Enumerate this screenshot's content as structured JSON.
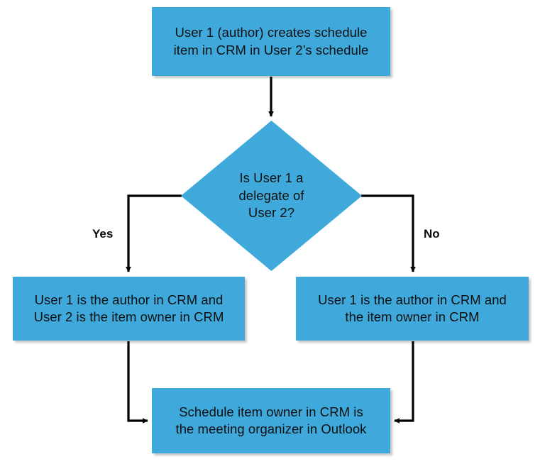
{
  "diagram": {
    "title": "CRM schedule item ownership decision flow",
    "type": "flowchart",
    "background_color": "#FFFFFF",
    "node_fill_color": "#3FA9DC",
    "connector_color": "#000000",
    "text_color": "#101010",
    "nodes": [
      {
        "id": "start",
        "shape": "rectangle",
        "text": "User 1 (author) creates schedule\nitem in CRM in User 2’s schedule"
      },
      {
        "id": "decision",
        "shape": "diamond",
        "text": "Is User 1 a\ndelegate of\nUser 2?"
      },
      {
        "id": "yes-outcome",
        "shape": "rectangle",
        "text": "User 1 is the author in CRM and\nUser 2 is the item owner in CRM"
      },
      {
        "id": "no-outcome",
        "shape": "rectangle",
        "text": "User 1 is the author in CRM and\nthe item owner in CRM"
      },
      {
        "id": "end",
        "shape": "rectangle",
        "text": "Schedule item owner in CRM is\nthe meeting organizer in Outlook"
      }
    ],
    "edge_labels": {
      "yes": "Yes",
      "no": "No"
    }
  }
}
